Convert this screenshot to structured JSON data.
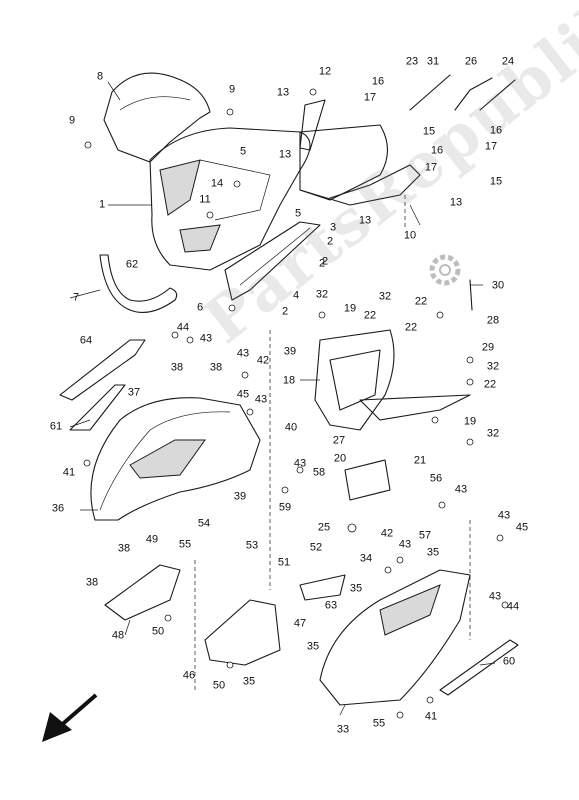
{
  "watermark": "PartsRepublik",
  "callouts": [
    {
      "id": "c1",
      "label": "1"
    },
    {
      "id": "c2a",
      "label": "2"
    },
    {
      "id": "c2b",
      "label": "2"
    },
    {
      "id": "c2c",
      "label": "2"
    },
    {
      "id": "c2d",
      "label": "2"
    },
    {
      "id": "c3",
      "label": "3"
    },
    {
      "id": "c4",
      "label": "4"
    },
    {
      "id": "c5a",
      "label": "5"
    },
    {
      "id": "c5b",
      "label": "5"
    },
    {
      "id": "c6",
      "label": "6"
    },
    {
      "id": "c7",
      "label": "7"
    },
    {
      "id": "c8",
      "label": "8"
    },
    {
      "id": "c9a",
      "label": "9"
    },
    {
      "id": "c9b",
      "label": "9"
    },
    {
      "id": "c10",
      "label": "10"
    },
    {
      "id": "c11",
      "label": "11"
    },
    {
      "id": "c12",
      "label": "12"
    },
    {
      "id": "c13a",
      "label": "13"
    },
    {
      "id": "c13b",
      "label": "13"
    },
    {
      "id": "c13c",
      "label": "13"
    },
    {
      "id": "c13d",
      "label": "13"
    },
    {
      "id": "c14",
      "label": "14"
    },
    {
      "id": "c15a",
      "label": "15"
    },
    {
      "id": "c15b",
      "label": "15"
    },
    {
      "id": "c16a",
      "label": "16"
    },
    {
      "id": "c16b",
      "label": "16"
    },
    {
      "id": "c16c",
      "label": "16"
    },
    {
      "id": "c17a",
      "label": "17"
    },
    {
      "id": "c17b",
      "label": "17"
    },
    {
      "id": "c17c",
      "label": "17"
    },
    {
      "id": "c18",
      "label": "18"
    },
    {
      "id": "c19a",
      "label": "19"
    },
    {
      "id": "c19b",
      "label": "19"
    },
    {
      "id": "c20",
      "label": "20"
    },
    {
      "id": "c21",
      "label": "21"
    },
    {
      "id": "c22a",
      "label": "22"
    },
    {
      "id": "c22b",
      "label": "22"
    },
    {
      "id": "c22c",
      "label": "22"
    },
    {
      "id": "c22d",
      "label": "22"
    },
    {
      "id": "c23",
      "label": "23"
    },
    {
      "id": "c24",
      "label": "24"
    },
    {
      "id": "c25",
      "label": "25"
    },
    {
      "id": "c26",
      "label": "26"
    },
    {
      "id": "c27",
      "label": "27"
    },
    {
      "id": "c28",
      "label": "28"
    },
    {
      "id": "c29",
      "label": "29"
    },
    {
      "id": "c30",
      "label": "30"
    },
    {
      "id": "c31",
      "label": "31"
    },
    {
      "id": "c32a",
      "label": "32"
    },
    {
      "id": "c32b",
      "label": "32"
    },
    {
      "id": "c32c",
      "label": "32"
    },
    {
      "id": "c32d",
      "label": "32"
    },
    {
      "id": "c33",
      "label": "33"
    },
    {
      "id": "c34",
      "label": "34"
    },
    {
      "id": "c35a",
      "label": "35"
    },
    {
      "id": "c35b",
      "label": "35"
    },
    {
      "id": "c35c",
      "label": "35"
    },
    {
      "id": "c35d",
      "label": "35"
    },
    {
      "id": "c36",
      "label": "36"
    },
    {
      "id": "c37",
      "label": "37"
    },
    {
      "id": "c38a",
      "label": "38"
    },
    {
      "id": "c38b",
      "label": "38"
    },
    {
      "id": "c38c",
      "label": "38"
    },
    {
      "id": "c38d",
      "label": "38"
    },
    {
      "id": "c39a",
      "label": "39"
    },
    {
      "id": "c39b",
      "label": "39"
    },
    {
      "id": "c40",
      "label": "40"
    },
    {
      "id": "c41a",
      "label": "41"
    },
    {
      "id": "c41b",
      "label": "41"
    },
    {
      "id": "c42a",
      "label": "42"
    },
    {
      "id": "c42b",
      "label": "42"
    },
    {
      "id": "c43a",
      "label": "43"
    },
    {
      "id": "c43b",
      "label": "43"
    },
    {
      "id": "c43c",
      "label": "43"
    },
    {
      "id": "c43d",
      "label": "43"
    },
    {
      "id": "c43e",
      "label": "43"
    },
    {
      "id": "c43f",
      "label": "43"
    },
    {
      "id": "c43g",
      "label": "43"
    },
    {
      "id": "c43h",
      "label": "43"
    },
    {
      "id": "c44a",
      "label": "44"
    },
    {
      "id": "c44b",
      "label": "44"
    },
    {
      "id": "c45a",
      "label": "45"
    },
    {
      "id": "c45b",
      "label": "45"
    },
    {
      "id": "c46",
      "label": "46"
    },
    {
      "id": "c47",
      "label": "47"
    },
    {
      "id": "c48",
      "label": "48"
    },
    {
      "id": "c49",
      "label": "49"
    },
    {
      "id": "c50a",
      "label": "50"
    },
    {
      "id": "c50b",
      "label": "50"
    },
    {
      "id": "c51",
      "label": "51"
    },
    {
      "id": "c52",
      "label": "52"
    },
    {
      "id": "c53",
      "label": "53"
    },
    {
      "id": "c54",
      "label": "54"
    },
    {
      "id": "c55a",
      "label": "55"
    },
    {
      "id": "c55b",
      "label": "55"
    },
    {
      "id": "c56",
      "label": "56"
    },
    {
      "id": "c57",
      "label": "57"
    },
    {
      "id": "c58",
      "label": "58"
    },
    {
      "id": "c59",
      "label": "59"
    },
    {
      "id": "c60",
      "label": "60"
    },
    {
      "id": "c61",
      "label": "61"
    },
    {
      "id": "c62",
      "label": "62"
    },
    {
      "id": "c63",
      "label": "63"
    },
    {
      "id": "c64",
      "label": "64"
    }
  ]
}
